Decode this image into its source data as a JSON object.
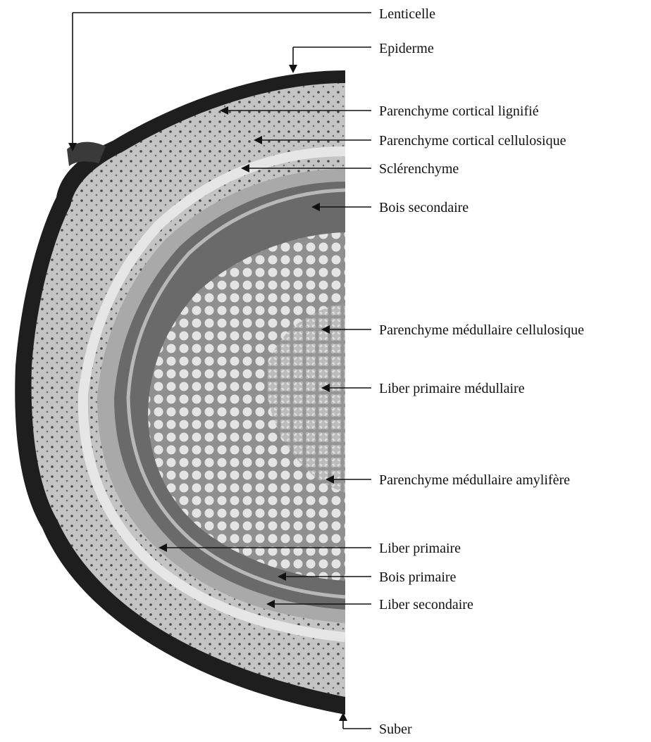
{
  "diagram": {
    "colors": {
      "background": "#ffffff",
      "ink": "#111111",
      "bark": "#1e1e1e",
      "cortex": "#bdbdbd",
      "wood": "#6a6a6a",
      "pith": "#8a8a8a"
    },
    "labels": {
      "lenticelle": "Lenticelle",
      "epiderme": "Epiderme",
      "parenchyme_cortical_lignifie": "Parenchyme cortical lignifié",
      "parenchyme_cortical_cellulosique": "Parenchyme cortical cellulosique",
      "sclerenchyme": "Sclérenchyme",
      "bois_secondaire": "Bois secondaire",
      "parenchyme_medullaire_cellulosique": "Parenchyme médullaire cellulosique",
      "liber_primaire_medullaire": "Liber primaire médullaire",
      "parenchyme_medullaire_amylifere": "Parenchyme médullaire amylifère",
      "liber_primaire": "Liber primaire",
      "bois_primaire": "Bois primaire",
      "liber_secondaire": "Liber secondaire",
      "suber": "Suber"
    }
  }
}
